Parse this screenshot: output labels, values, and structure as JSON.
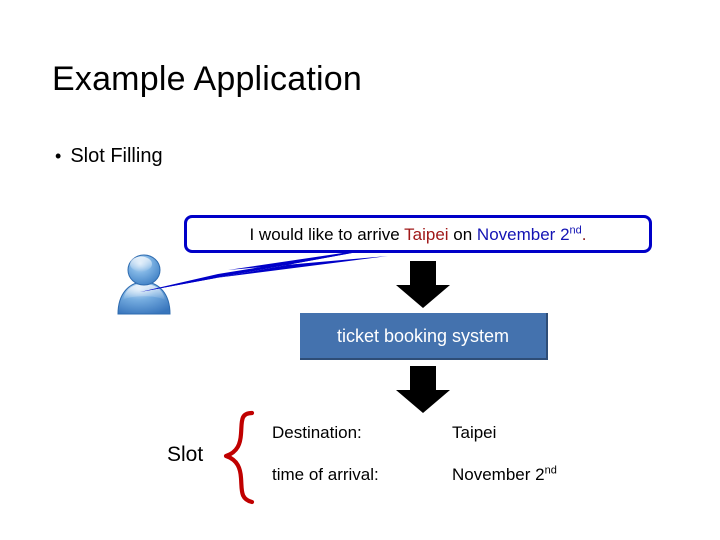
{
  "slide": {
    "title": "Example Application",
    "bullet": {
      "marker": "•",
      "text": "Slot Filling"
    }
  },
  "utterance": {
    "full_text": "I would like to arrive Taipei on November 2nd.",
    "prefix": "I would like to arrive ",
    "destination": "Taipei",
    "middle": " on ",
    "date_main": "November 2",
    "date_suffix": "nd",
    "end_punctuation": ".",
    "border_color": "#0000C8",
    "destination_color": "#A01818",
    "date_color": "#1414B4"
  },
  "avatar": {
    "icon": "user-avatar-icon",
    "color": "#5B9BD5"
  },
  "arrows": {
    "top": "down-arrow-icon",
    "bottom": "down-arrow-icon",
    "color": "#000000"
  },
  "system": {
    "label": "ticket booking system",
    "fill_color": "#4472AE",
    "text_color": "#FFFFFF"
  },
  "slots": {
    "group_label": "Slot",
    "brace_color": "#C00000",
    "rows": [
      {
        "key": "Destination:",
        "value": "Taipei",
        "value_suffix": ""
      },
      {
        "key": "time of arrival:",
        "value": "November 2",
        "value_suffix": "nd"
      }
    ]
  }
}
